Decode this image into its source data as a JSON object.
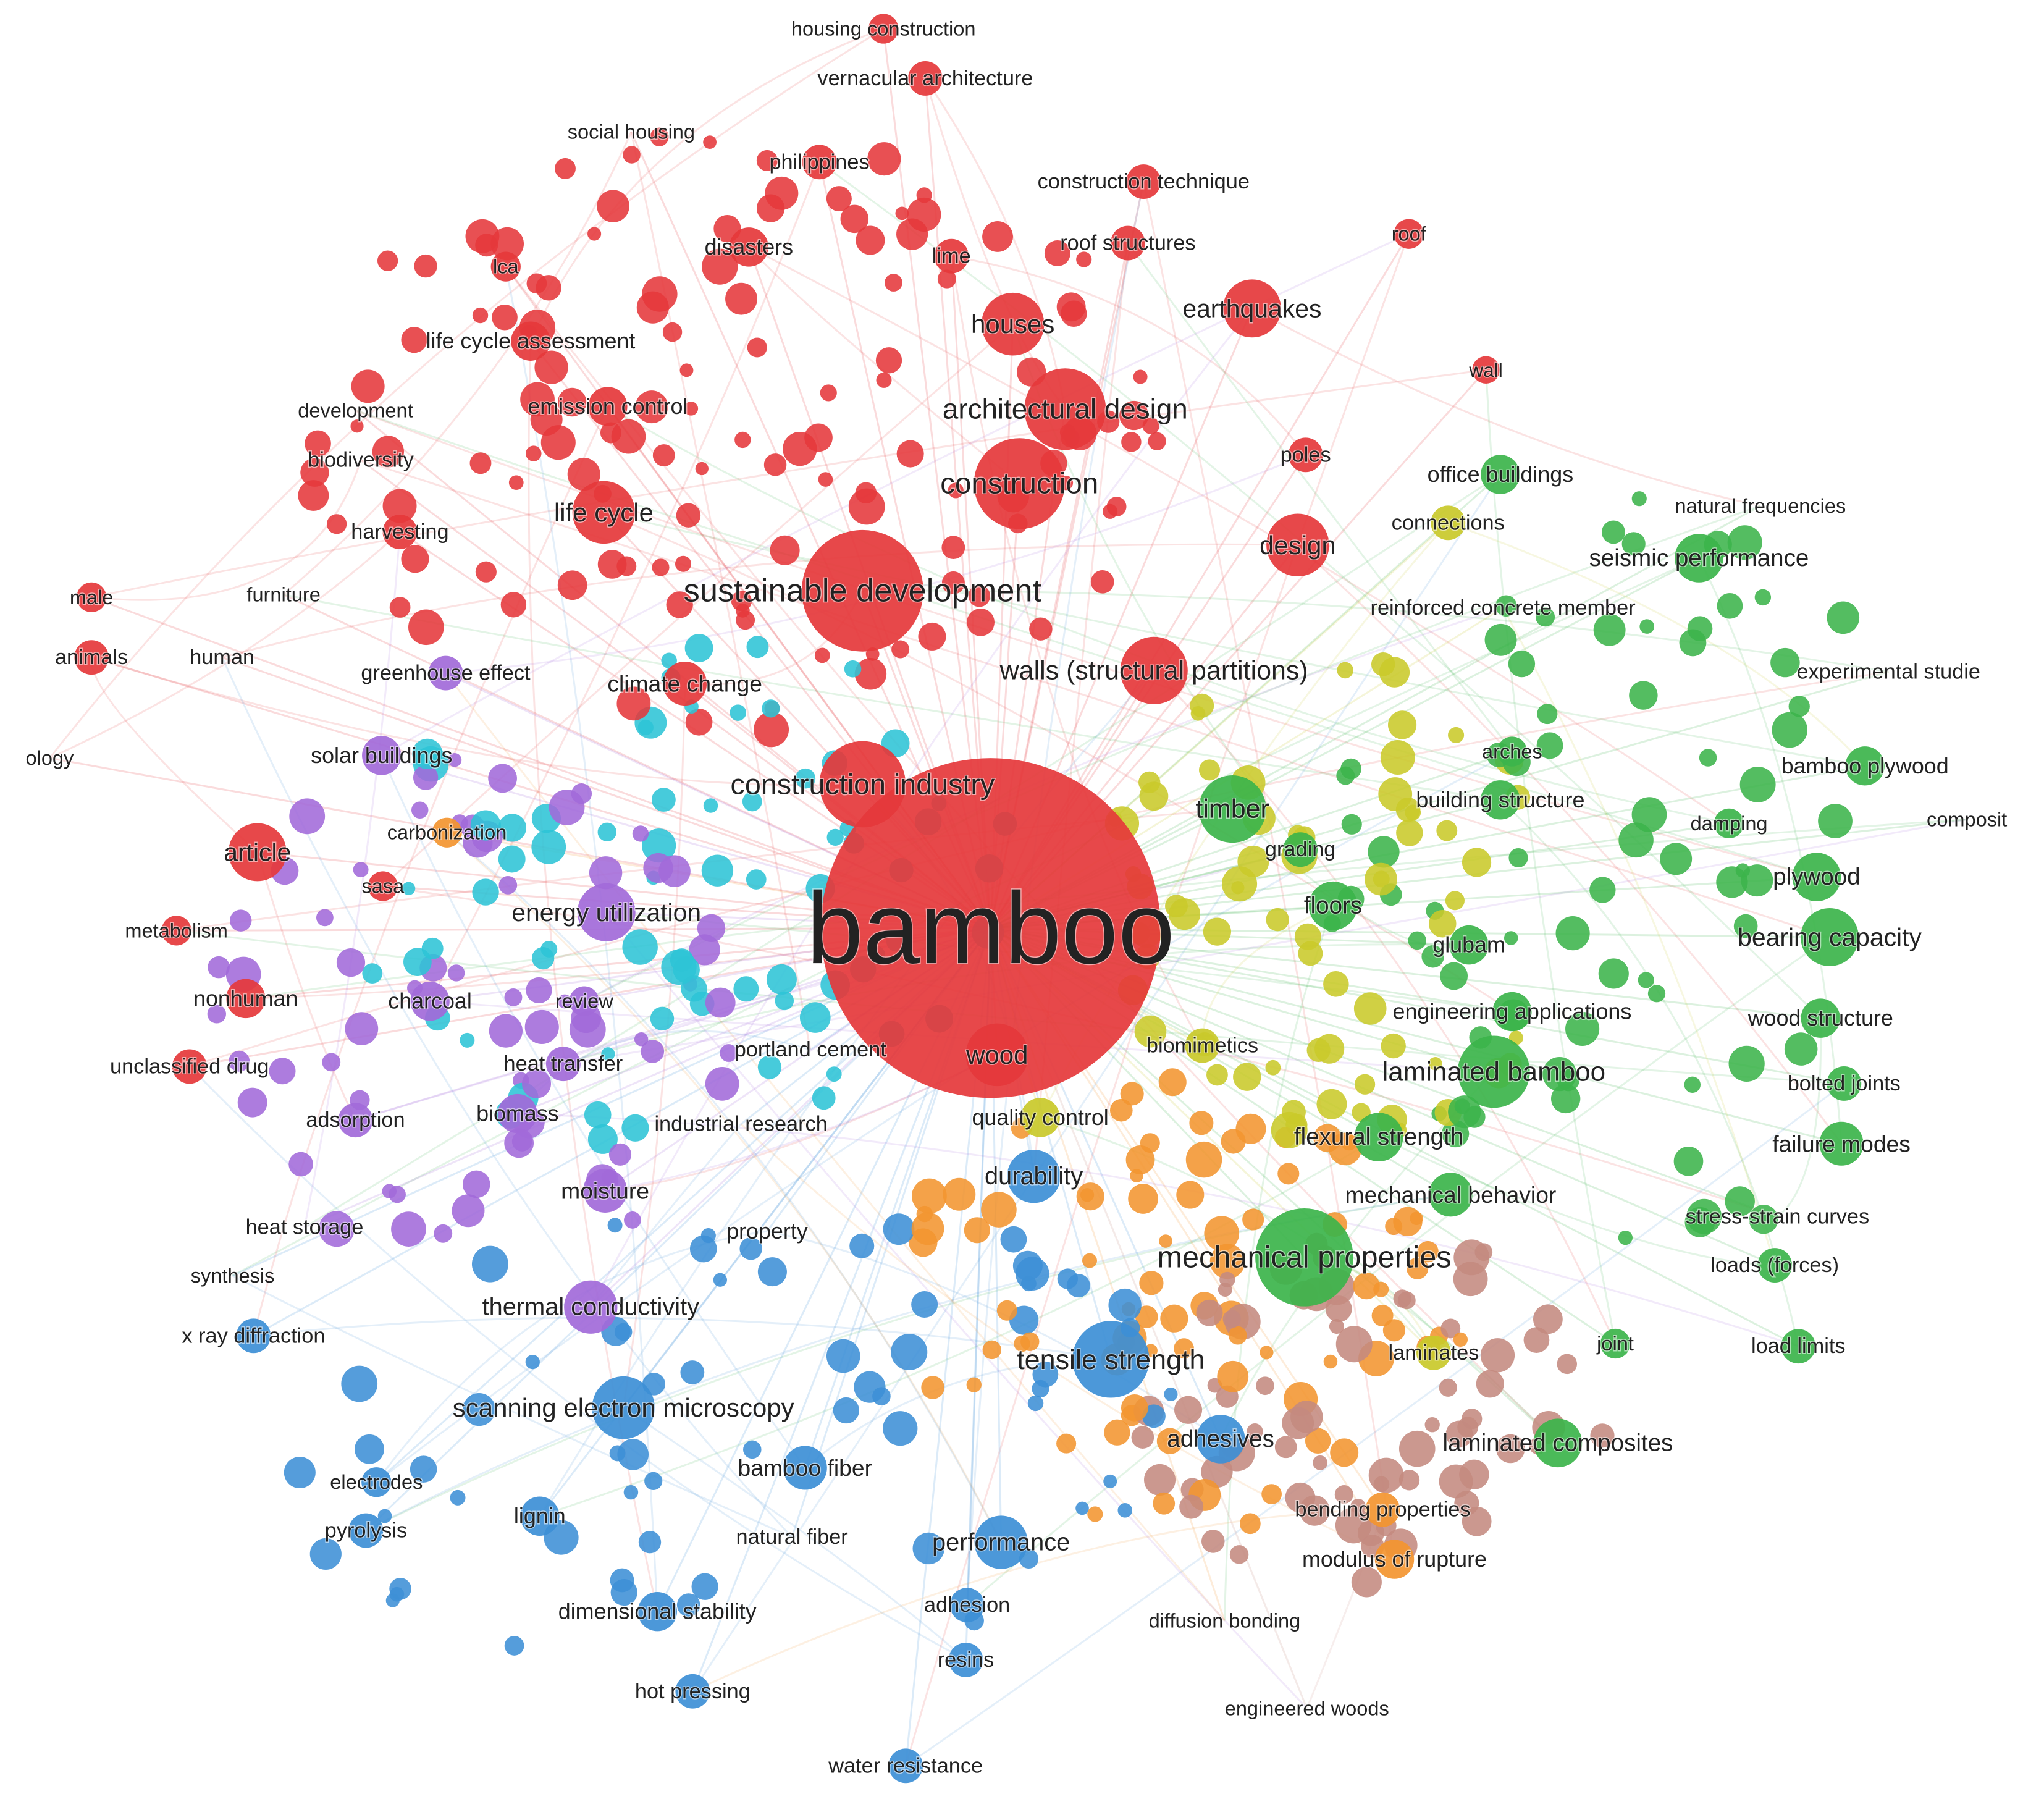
{
  "clusters": {
    "red": "#e5383b",
    "green": "#3cb44b",
    "blue": "#3d8fd6",
    "yellow": "#c9c92a",
    "purple": "#a26ad9",
    "cyan": "#2ec4d6",
    "orange": "#f39530",
    "brown": "#c48a80"
  },
  "nodes": [
    {
      "label": "bamboo",
      "cluster": "red",
      "weight": 100
    },
    {
      "label": "sustainable development",
      "cluster": "red",
      "weight": 45
    },
    {
      "label": "construction industry",
      "cluster": "red",
      "weight": 30
    },
    {
      "label": "construction",
      "cluster": "red",
      "weight": 32
    },
    {
      "label": "architectural design",
      "cluster": "red",
      "weight": 28
    },
    {
      "label": "houses",
      "cluster": "red",
      "weight": 20
    },
    {
      "label": "earthquakes",
      "cluster": "red",
      "weight": 18
    },
    {
      "label": "design",
      "cluster": "red",
      "weight": 20
    },
    {
      "label": "life cycle",
      "cluster": "red",
      "weight": 20
    },
    {
      "label": "walls (structural partitions)",
      "cluster": "red",
      "weight": 22
    },
    {
      "label": "climate change",
      "cluster": "red",
      "weight": 12
    },
    {
      "label": "life cycle assessment",
      "cluster": "red",
      "weight": 10
    },
    {
      "label": "emission control",
      "cluster": "red",
      "weight": 10
    },
    {
      "label": "wood",
      "cluster": "red",
      "weight": 20
    },
    {
      "label": "article",
      "cluster": "red",
      "weight": 18
    },
    {
      "label": "nonhuman",
      "cluster": "red",
      "weight": 10
    },
    {
      "label": "human",
      "cluster": "red",
      "weight": 8
    },
    {
      "label": "animals",
      "cluster": "red",
      "weight": 8
    },
    {
      "label": "male",
      "cluster": "red",
      "weight": 6
    },
    {
      "label": "furniture",
      "cluster": "red",
      "weight": 6
    },
    {
      "label": "harvesting",
      "cluster": "red",
      "weight": 8
    },
    {
      "label": "biodiversity",
      "cluster": "red",
      "weight": 8
    },
    {
      "label": "development",
      "cluster": "red",
      "weight": 6
    },
    {
      "label": "lca",
      "cluster": "red",
      "weight": 6
    },
    {
      "label": "disasters",
      "cluster": "red",
      "weight": 10
    },
    {
      "label": "lime",
      "cluster": "red",
      "weight": 8
    },
    {
      "label": "roof structures",
      "cluster": "red",
      "weight": 8
    },
    {
      "label": "roof",
      "cluster": "red",
      "weight": 6
    },
    {
      "label": "social housing",
      "cluster": "red",
      "weight": 6
    },
    {
      "label": "philippines",
      "cluster": "red",
      "weight": 8
    },
    {
      "label": "construction technique",
      "cluster": "red",
      "weight": 8
    },
    {
      "label": "vernacular architecture",
      "cluster": "red",
      "weight": 8
    },
    {
      "label": "housing construction",
      "cluster": "red",
      "weight": 6
    },
    {
      "label": "wall",
      "cluster": "red",
      "weight": 5
    },
    {
      "label": "poles",
      "cluster": "red",
      "weight": 8
    },
    {
      "label": "ology",
      "cluster": "red",
      "weight": 6
    },
    {
      "label": "metabolism",
      "cluster": "red",
      "weight": 6
    },
    {
      "label": "unclassified drug",
      "cluster": "red",
      "weight": 8
    },
    {
      "label": "sasa",
      "cluster": "red",
      "weight": 6
    },
    {
      "label": "timber",
      "cluster": "green",
      "weight": 22
    },
    {
      "label": "mechanical properties",
      "cluster": "green",
      "weight": 35
    },
    {
      "label": "laminated bamboo",
      "cluster": "green",
      "weight": 24
    },
    {
      "label": "bearing capacity",
      "cluster": "green",
      "weight": 18
    },
    {
      "label": "seismic performance",
      "cluster": "green",
      "weight": 14
    },
    {
      "label": "office buildings",
      "cluster": "green",
      "weight": 10
    },
    {
      "label": "natural frequencies",
      "cluster": "green",
      "weight": 6
    },
    {
      "label": "experimental studie",
      "cluster": "green",
      "weight": 8
    },
    {
      "label": "bamboo plywood",
      "cluster": "green",
      "weight": 10
    },
    {
      "label": "composit",
      "cluster": "green",
      "weight": 6
    },
    {
      "label": "plywood",
      "cluster": "green",
      "weight": 14
    },
    {
      "label": "wood structure",
      "cluster": "green",
      "weight": 10
    },
    {
      "label": "bolted joints",
      "cluster": "green",
      "weight": 8
    },
    {
      "label": "failure modes",
      "cluster": "green",
      "weight": 12
    },
    {
      "label": "stress-strain curves",
      "cluster": "green",
      "weight": 8
    },
    {
      "label": "loads (forces)",
      "cluster": "green",
      "weight": 8
    },
    {
      "label": "load limits",
      "cluster": "green",
      "weight": 8
    },
    {
      "label": "laminated composites",
      "cluster": "green",
      "weight": 14
    },
    {
      "label": "flexural strength",
      "cluster": "green",
      "weight": 14
    },
    {
      "label": "mechanical behavior",
      "cluster": "green",
      "weight": 12
    },
    {
      "label": "engineering applications",
      "cluster": "green",
      "weight": 10
    },
    {
      "label": "glubam",
      "cluster": "green",
      "weight": 10
    },
    {
      "label": "floors",
      "cluster": "green",
      "weight": 14
    },
    {
      "label": "grading",
      "cluster": "green",
      "weight": 8
    },
    {
      "label": "damping",
      "cluster": "green",
      "weight": 6
    },
    {
      "label": "building structure",
      "cluster": "green",
      "weight": 10
    },
    {
      "label": "arches",
      "cluster": "green",
      "weight": 6
    },
    {
      "label": "joint",
      "cluster": "green",
      "weight": 6
    },
    {
      "label": "laminates",
      "cluster": "yellow",
      "weight": 8
    },
    {
      "label": "connections",
      "cluster": "yellow",
      "weight": 8
    },
    {
      "label": "reinforced concrete member",
      "cluster": "yellow",
      "weight": 8
    },
    {
      "label": "biomimetics",
      "cluster": "yellow",
      "weight": 8
    },
    {
      "label": "quality control",
      "cluster": "yellow",
      "weight": 10
    },
    {
      "label": "tensile strength",
      "cluster": "blue",
      "weight": 26
    },
    {
      "label": "scanning electron microscopy",
      "cluster": "blue",
      "weight": 20
    },
    {
      "label": "adhesives",
      "cluster": "blue",
      "weight": 14
    },
    {
      "label": "bamboo fiber",
      "cluster": "blue",
      "weight": 12
    },
    {
      "label": "performance",
      "cluster": "blue",
      "weight": 16
    },
    {
      "label": "durability",
      "cluster": "blue",
      "weight": 16
    },
    {
      "label": "lignin",
      "cluster": "blue",
      "weight": 10
    },
    {
      "label": "natural fiber",
      "cluster": "blue",
      "weight": 8
    },
    {
      "label": "dimensional stability",
      "cluster": "blue",
      "weight": 10
    },
    {
      "label": "adhesion",
      "cluster": "blue",
      "weight": 8
    },
    {
      "label": "resins",
      "cluster": "blue",
      "weight": 8
    },
    {
      "label": "hot pressing",
      "cluster": "blue",
      "weight": 8
    },
    {
      "label": "water resistance",
      "cluster": "blue",
      "weight": 8
    },
    {
      "label": "pyrolysis",
      "cluster": "blue",
      "weight": 8
    },
    {
      "label": "electrodes",
      "cluster": "blue",
      "weight": 6
    },
    {
      "label": "x ray diffraction",
      "cluster": "blue",
      "weight": 8
    },
    {
      "label": "synthesis",
      "cluster": "blue",
      "weight": 6
    },
    {
      "label": "property",
      "cluster": "blue",
      "weight": 10
    },
    {
      "label": "industrial research",
      "cluster": "blue",
      "weight": 8
    },
    {
      "label": "portland cement",
      "cluster": "blue",
      "weight": 8
    },
    {
      "label": "energy utilization",
      "cluster": "purple",
      "weight": 18
    },
    {
      "label": "thermal conductivity",
      "cluster": "purple",
      "weight": 16
    },
    {
      "label": "moisture",
      "cluster": "purple",
      "weight": 12
    },
    {
      "label": "heat storage",
      "cluster": "purple",
      "weight": 8
    },
    {
      "label": "solar buildings",
      "cluster": "purple",
      "weight": 10
    },
    {
      "label": "greenhouse effect",
      "cluster": "purple",
      "weight": 8
    },
    {
      "label": "charcoal",
      "cluster": "purple",
      "weight": 10
    },
    {
      "label": "heat transfer",
      "cluster": "purple",
      "weight": 8
    },
    {
      "label": "biomass",
      "cluster": "purple",
      "weight": 10
    },
    {
      "label": "adsorption",
      "cluster": "purple",
      "weight": 8
    },
    {
      "label": "review",
      "cluster": "purple",
      "weight": 6
    },
    {
      "label": "carbonization",
      "cluster": "orange",
      "weight": 6
    },
    {
      "label": "bending properties",
      "cluster": "orange",
      "weight": 8
    },
    {
      "label": "modulus of rupture",
      "cluster": "orange",
      "weight": 10
    },
    {
      "label": "diffusion bonding",
      "cluster": "orange",
      "weight": 6
    },
    {
      "label": "engineered woods",
      "cluster": "brown",
      "weight": 6
    }
  ]
}
